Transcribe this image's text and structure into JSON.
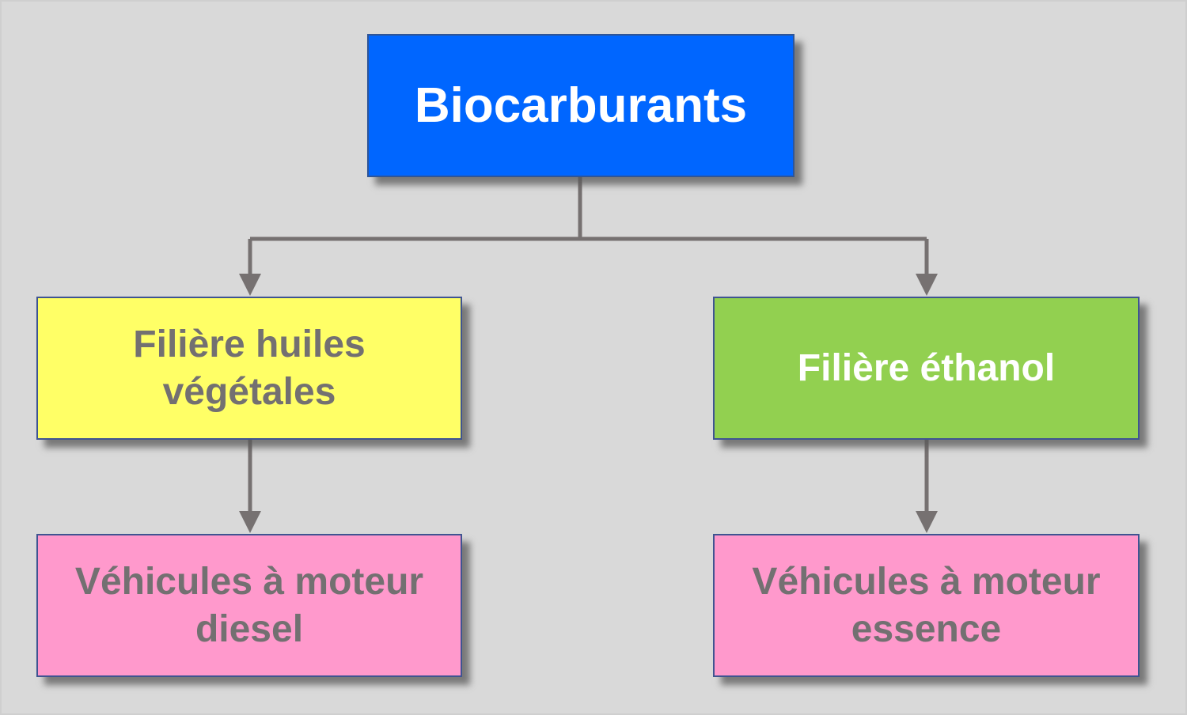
{
  "diagram": {
    "root": {
      "label": "Biocarburants",
      "color": "#0066ff"
    },
    "branches": [
      {
        "label": "Filière huiles végétales",
        "color": "#ffff66",
        "child": {
          "label": "Véhicules à moteur diesel",
          "color": "#ff99cc"
        }
      },
      {
        "label": "Filière éthanol",
        "color": "#92d050",
        "child": {
          "label": "Véhicules à moteur essence",
          "color": "#ff99cc"
        }
      }
    ],
    "connector_color": "#767171"
  }
}
